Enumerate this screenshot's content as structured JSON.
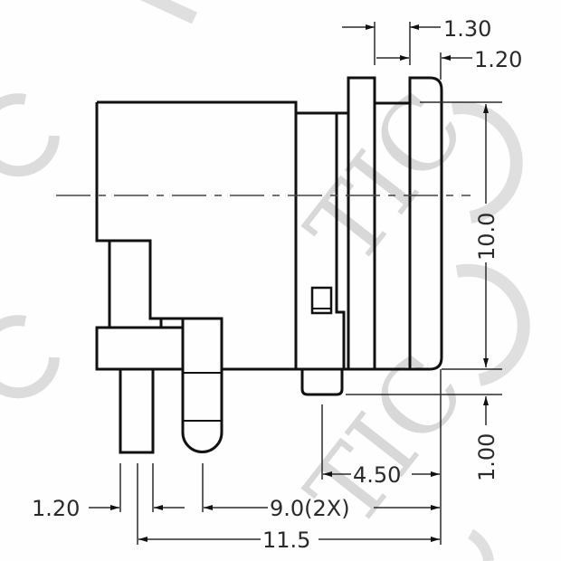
{
  "drawing": {
    "title": "Connector side view technical drawing",
    "units": "mm",
    "watermark": "TIC",
    "colors": {
      "line": "#111111",
      "dim_line": "#2a2a2a",
      "watermark": "#d4d4d4",
      "background": "#fefefe"
    }
  },
  "dimensions": {
    "top_tab_width": "1.30",
    "top_right_offset": "1.20",
    "body_height": "10.0",
    "bottom_offset": "1.00",
    "rear_to_pin": "4.50",
    "pin_pitch": "9.0(2X)",
    "pin_width": "1.20",
    "overall_length": "11.5"
  }
}
